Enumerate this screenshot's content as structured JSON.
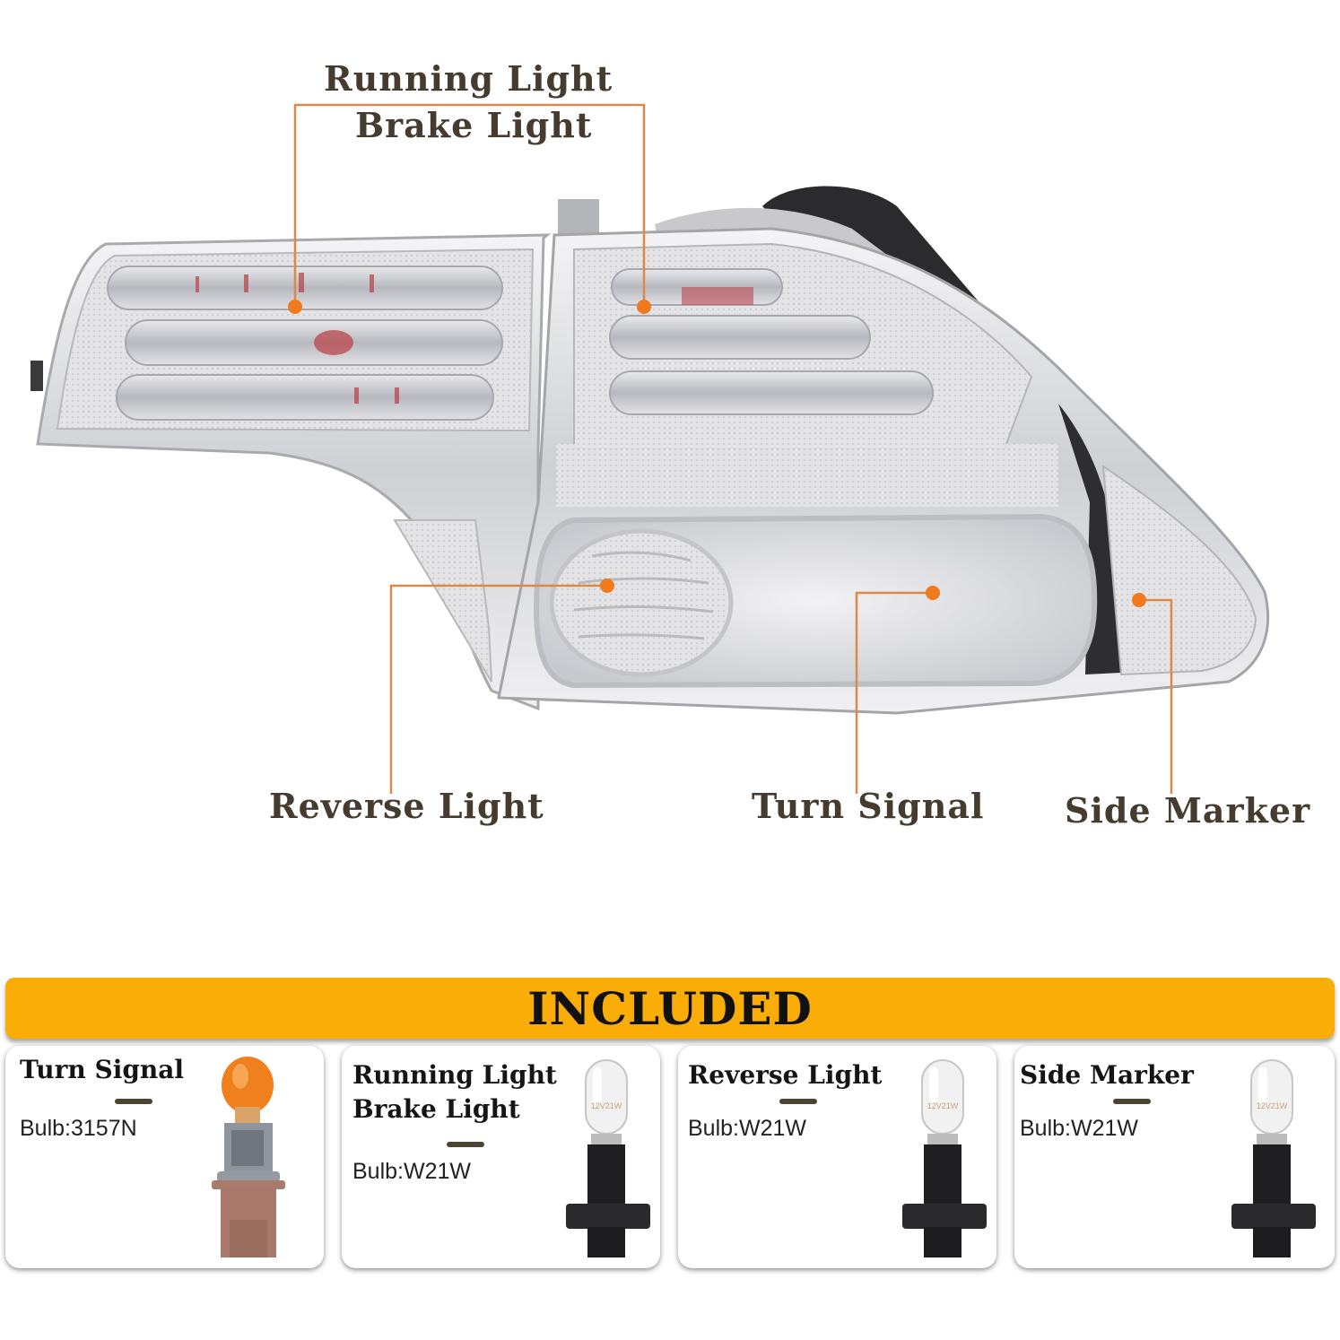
{
  "diagram": {
    "callouts": [
      {
        "id": "running-brake",
        "lines": [
          "Running Light",
          "Brake Light"
        ]
      },
      {
        "id": "reverse",
        "label": "Reverse Light"
      },
      {
        "id": "turn",
        "label": "Turn Signal"
      },
      {
        "id": "side",
        "label": "Side Marker"
      }
    ],
    "accent_color": "#f07a1e",
    "leader_color": "#d98a4a",
    "label_color": "#453b2e"
  },
  "included": {
    "title": "INCLUDED",
    "banner_color": "#f9ad06",
    "items": [
      {
        "title_lines": [
          "Turn Signal"
        ],
        "bulb": "Bulb:3157N",
        "bulb_type": "amber-3157-bulb"
      },
      {
        "title_lines": [
          "Running Light",
          "Brake Light"
        ],
        "bulb": "Bulb:W21W",
        "bulb_type": "clear-w21w-bulb",
        "bulb_marking": "12V21W"
      },
      {
        "title_lines": [
          "Reverse Light"
        ],
        "bulb": "Bulb:W21W",
        "bulb_type": "clear-w21w-bulb",
        "bulb_marking": "12V21W"
      },
      {
        "title_lines": [
          "Side Marker"
        ],
        "bulb": "Bulb:W21W",
        "bulb_type": "clear-w21w-bulb",
        "bulb_marking": "12V21W"
      }
    ]
  }
}
